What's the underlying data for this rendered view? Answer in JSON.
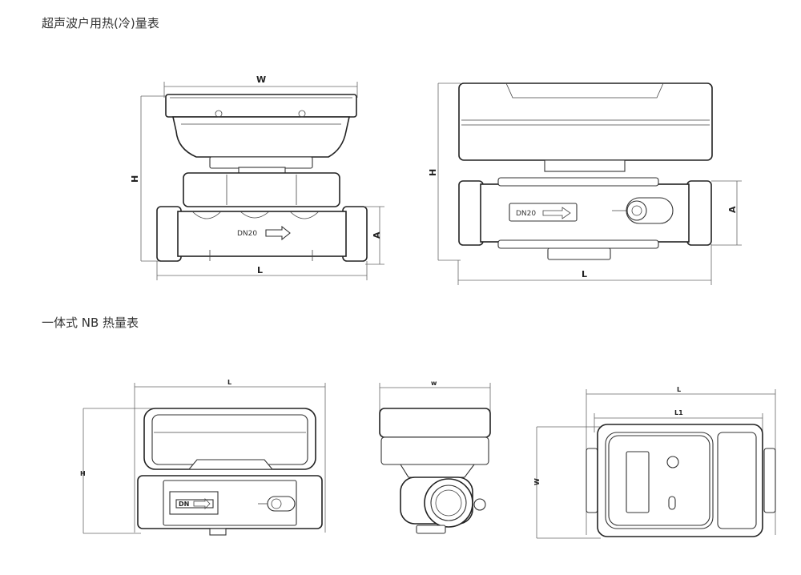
{
  "headings": {
    "ultrasonic_meter": "超声波户用热(冷)量表",
    "nb_meter": "一体式 NB 热量表"
  },
  "dimensions": {
    "W": "W",
    "H": "H",
    "L": "L",
    "A": "A",
    "w": "w",
    "L1": "L1"
  },
  "flow_tag": "DN20",
  "flow_tag_small": "DN"
}
